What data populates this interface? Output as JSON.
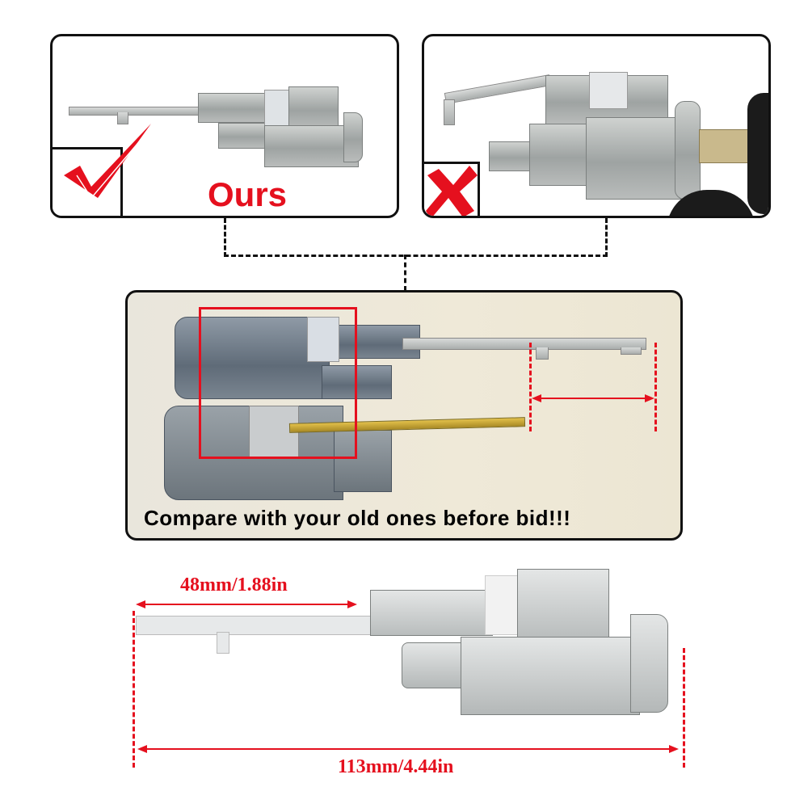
{
  "top_left_panel": {
    "label": "Ours",
    "badge_icon": "checkmark-icon",
    "badge_color": "#e5101e"
  },
  "top_right_panel": {
    "badge_icon": "cross-icon",
    "badge_color": "#e5101e"
  },
  "comparison_panel": {
    "caption": "Compare with your old ones before bid!!!",
    "highlight_color": "#e5101e"
  },
  "dimensions": {
    "lever_length": "48mm/1.88in",
    "total_length": "113mm/4.44in",
    "color": "#e5101e"
  }
}
